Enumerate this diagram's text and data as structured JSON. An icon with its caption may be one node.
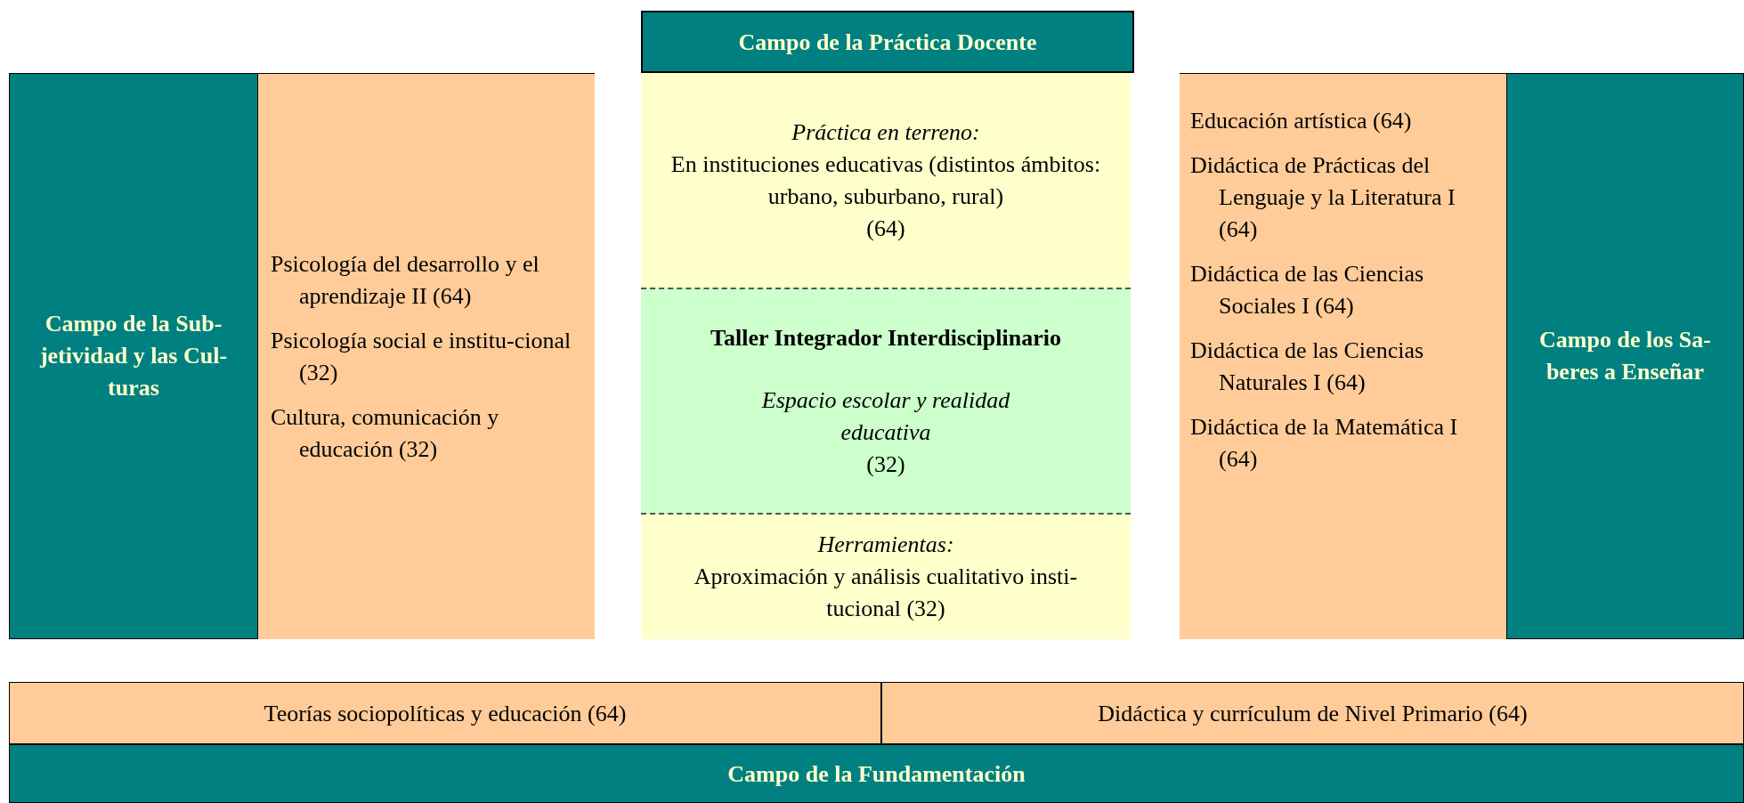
{
  "diagram": {
    "nodes": [
      {
        "text": [
          "Campo de la Práctica Docente"
        ]
      },
      {
        "text": [
          "Campo de la Sub-jetividad y las Cul-turas"
        ]
      },
      {
        "text": [
          "Psicología del desarrollo y el aprendizaje II (64)",
          "Psicología social e institu-cional (32)",
          "Cultura, comunicación y educación (32)"
        ]
      },
      {
        "text": [
          "Práctica en terreno:",
          "En instituciones educativas (distintos ámbitos: urbano, suburbano, rural)",
          "(64)"
        ]
      },
      {
        "text": [
          "Taller Integrador Interdisciplinario",
          "Espacio escolar y realidad educativa",
          "(32)"
        ]
      },
      {
        "text": [
          "Herramientas:",
          "Aproximación y análisis cualitativo insti-tucional (32)"
        ]
      },
      {
        "text": [
          "Educación artística (64)",
          "Didáctica de Prácticas del Lenguaje y  la Literatura I (64)",
          "Didáctica de las Ciencias Sociales I (64)",
          "Didáctica de las Ciencias Naturales I (64)",
          "Didáctica de la Matemática I (64)"
        ]
      },
      {
        "text": [
          "Campo de los Sa-beres a Enseñar"
        ]
      },
      {
        "text": [
          "Teorías sociopolíticas y educación (64)"
        ]
      },
      {
        "text": [
          "Didáctica y currículum de Nivel Primario (64)"
        ]
      },
      {
        "text": [
          "Campo de la Fundamentación"
        ]
      }
    ]
  }
}
